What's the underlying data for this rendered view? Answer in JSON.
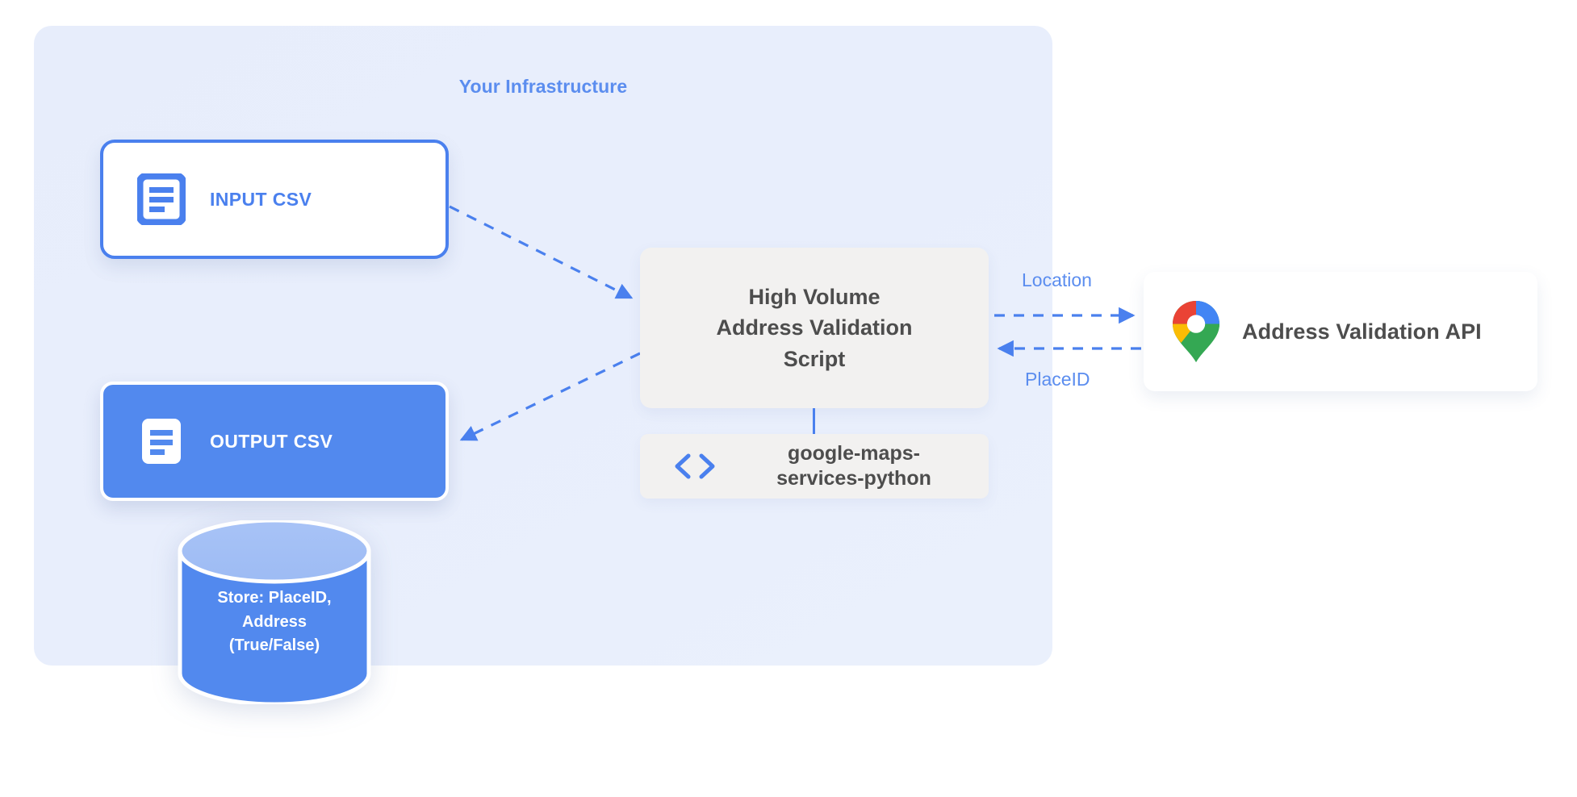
{
  "diagram": {
    "panel_title": "Your Infrastructure",
    "accent_blue": "#4a80ee",
    "label_blue": "#5b8def",
    "panel_bg": "#e8eefc",
    "card_grey": "#f2f1f0",
    "text_grey": "#4d4d4d",
    "nodes": {
      "input_csv": {
        "label": "INPUT CSV",
        "icon": "document-lines-icon"
      },
      "output_csv": {
        "label": "OUTPUT CSV",
        "icon": "document-lines-icon"
      },
      "script": {
        "label": "High Volume\nAddress Validation\nScript"
      },
      "library": {
        "label": "google-maps-\nservices-python",
        "icon": "code-brackets-icon"
      },
      "api": {
        "label": "Address Validation API",
        "icon": "google-maps-pin-icon"
      },
      "database": {
        "label": "Store: PlaceID,\nAddress\n(True/False)",
        "icon": "database-cylinder-icon"
      }
    },
    "edges": [
      {
        "from": "input_csv",
        "to": "script",
        "label": "",
        "style": "dashed"
      },
      {
        "from": "script",
        "to": "output_csv",
        "label": "",
        "style": "dashed"
      },
      {
        "from": "script",
        "to": "api",
        "label": "Location",
        "style": "dashed"
      },
      {
        "from": "api",
        "to": "script",
        "label": "PlaceID",
        "style": "dashed"
      },
      {
        "from": "script",
        "to": "library",
        "label": "",
        "style": "solid"
      }
    ],
    "edge_labels": {
      "location": "Location",
      "placeid": "PlaceID"
    }
  }
}
